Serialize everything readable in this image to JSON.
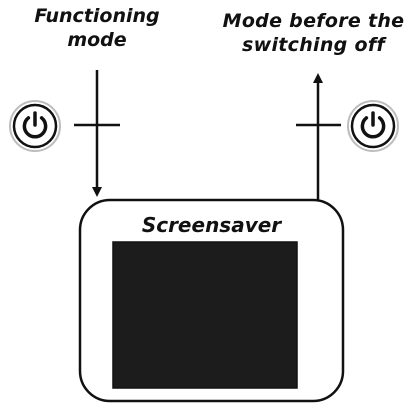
{
  "labels": {
    "left": [
      "Functioning",
      "mode"
    ],
    "right": [
      "Mode before the",
      "switching off"
    ]
  },
  "device": {
    "title": "Screensaver",
    "screen_color": "#1c1c1c"
  },
  "icons": {
    "left": "power-icon",
    "right": "power-icon"
  }
}
